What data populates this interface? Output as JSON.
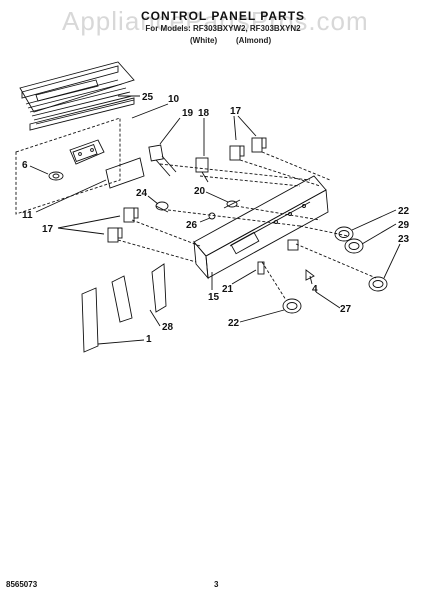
{
  "watermark": "AppliancePartsPros.com",
  "header": {
    "title": "CONTROL PANEL PARTS",
    "model_line": "For Models: RF303BXYW2, RF303BXYN2",
    "finish_white": "(White)",
    "finish_almond": "(Almond)"
  },
  "callouts": [
    "25",
    "10",
    "19",
    "18",
    "17",
    "6",
    "24",
    "20",
    "11",
    "17",
    "26",
    "22",
    "29",
    "23",
    "21",
    "4",
    "15",
    "27",
    "28",
    "1",
    "22"
  ],
  "footer": {
    "doc_number": "8565073",
    "page_number": "3"
  }
}
